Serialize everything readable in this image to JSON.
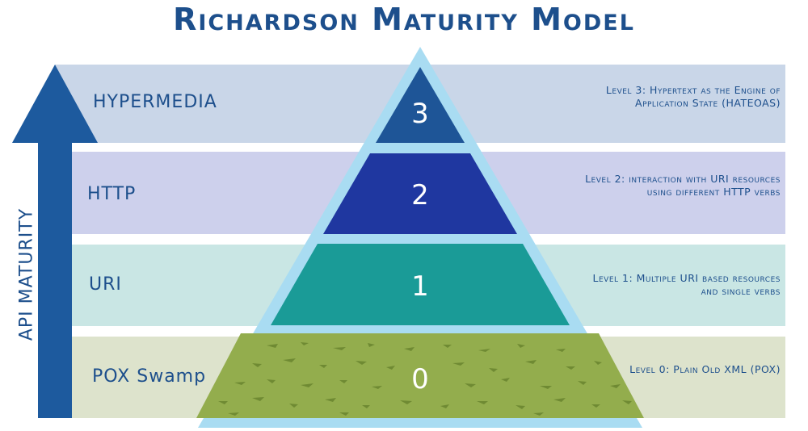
{
  "title": "Richardson Maturity Model",
  "axis_label": "API Maturity",
  "levels": [
    {
      "number": "3",
      "name": "HYPERMEDIA",
      "description": "Level 3: Hypertext as the Engine of Application State (HATEOAS)",
      "band_color": "#c9d6e8",
      "tier_color": "#1e5597"
    },
    {
      "number": "2",
      "name": "HTTP",
      "description": "Level 2: interaction with URI resources using different HTTP verbs",
      "band_color": "#cdd0ec",
      "tier_color": "#1f37a0"
    },
    {
      "number": "1",
      "name": "URI",
      "description": "Level 1: Multiple URI based resources and single verbs",
      "band_color": "#c9e6e4",
      "tier_color": "#1a9b97"
    },
    {
      "number": "0",
      "name": "POX Swamp",
      "description": "Level 0: Plain Old XML (POX)",
      "band_color": "#dde3cc",
      "tier_color": "#93ad4d"
    }
  ],
  "colors": {
    "text": "#1d4f8c",
    "pyramid_outline": "#a9dcf2",
    "arrow": "#1d5a9e"
  }
}
